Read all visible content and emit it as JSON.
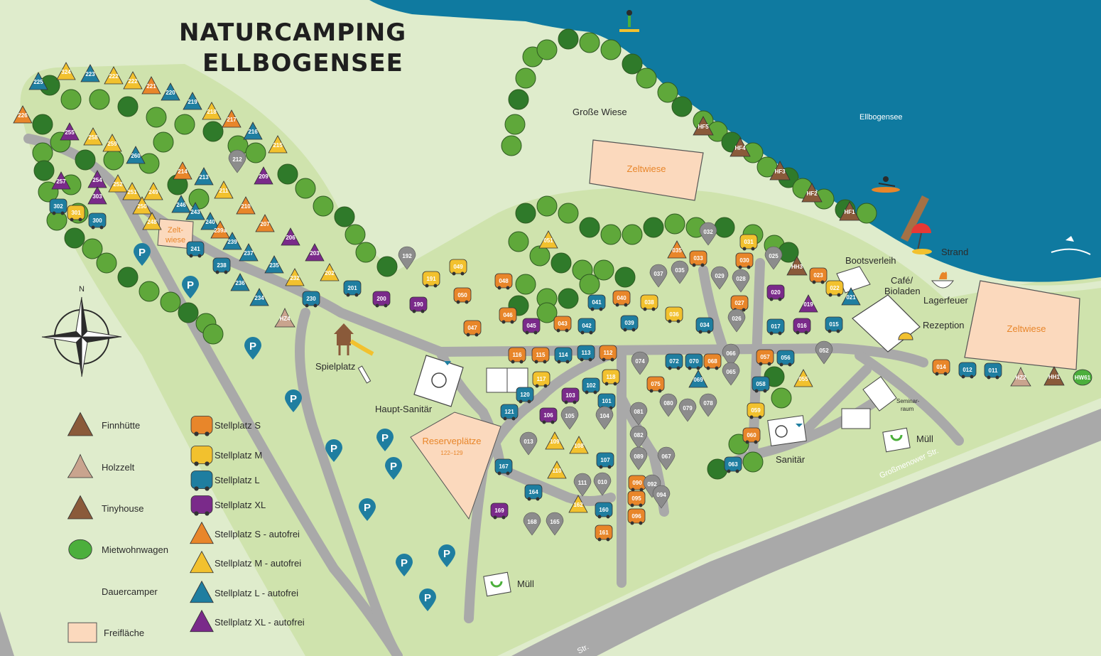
{
  "title": {
    "line1": "NATURCAMPING",
    "line2": "ELLBOGENSEE"
  },
  "colors": {
    "lake": "#0f7aa0",
    "meadow": "#dfeccc",
    "meadow_dark": "#c9e0a6",
    "road": "#a9a9a9",
    "tree": "#5fa83a",
    "tree_dark": "#2f7a2a",
    "s": "#e8862a",
    "m": "#f2c12e",
    "l": "#1f7ea0",
    "xl": "#7a2a8a",
    "dauer": "#8c8c8c",
    "frei": "#fbd9bd",
    "hut": "#8a5a3a",
    "holz": "#c9a48e",
    "wagen": "#4caf3c",
    "parking": "#1f7ea0"
  },
  "labels": {
    "grosse_wiese": "Große Wiese",
    "ellbogensee": "Ellbogensee",
    "zeltwiese_1": "Zeltwiese",
    "zeltwiese_2": "Zeltwiese",
    "zeltwiese_3a": "Zelt-",
    "zeltwiese_3b": "wiese",
    "bootsverleih": "Bootsverleih",
    "cafe_a": "Café/",
    "cafe_b": "Bioladen",
    "strand": "Strand",
    "lagerfeuer": "Lagerfeuer",
    "rezeption": "Rezeption",
    "spielplatz": "Spielplatz",
    "haupt_sanitaer": "Haupt-Sanitär",
    "reserve": "Reserveplätze",
    "reserve_sub": "122–129",
    "sanitaer": "Sanitär",
    "muell_1": "Müll",
    "muell_2": "Müll",
    "seminar_a": "Seminar-",
    "seminar_b": "raum",
    "grossmenower": "Großmenower Str.",
    "str_bottom": "Str.",
    "north": "N"
  },
  "legend": [
    {
      "key": "hut",
      "label": "Finnhütte"
    },
    {
      "key": "holz",
      "label": "Holzzelt"
    },
    {
      "key": "tiny",
      "label": "Tinyhouse"
    },
    {
      "key": "wagen",
      "label": "Mietwohnwagen"
    },
    {
      "key": "dauer",
      "label": "Dauercamper"
    },
    {
      "key": "frei",
      "label": "Freifläche"
    },
    {
      "key": "s",
      "label": "Stellplatz S"
    },
    {
      "key": "m",
      "label": "Stellplatz M"
    },
    {
      "key": "l",
      "label": "Stellplatz L"
    },
    {
      "key": "xl",
      "label": "Stellplatz XL"
    },
    {
      "key": "ts",
      "label": "Stellplatz S - autofrei"
    },
    {
      "key": "tm",
      "label": "Stellplatz M - autofrei"
    },
    {
      "key": "tl",
      "label": "Stellplatz L - autofrei"
    },
    {
      "key": "txl",
      "label": "Stellplatz XL - autofrei"
    }
  ],
  "parking_label": "P",
  "markers": [
    {
      "id": "225",
      "t": "tl"
    },
    {
      "id": "324",
      "t": "tm"
    },
    {
      "id": "223",
      "t": "tl"
    },
    {
      "id": "222a",
      "n": "222",
      "t": "tm"
    },
    {
      "id": "222b",
      "n": "222",
      "t": "tm"
    },
    {
      "id": "221",
      "t": "ts"
    },
    {
      "id": "220",
      "t": "tl"
    },
    {
      "id": "219",
      "t": "tl"
    },
    {
      "id": "218",
      "t": "tm"
    },
    {
      "id": "217",
      "t": "ts"
    },
    {
      "id": "216",
      "t": "tl"
    },
    {
      "id": "215",
      "t": "tm"
    },
    {
      "id": "226",
      "t": "ts"
    },
    {
      "id": "255",
      "t": "txl"
    },
    {
      "id": "258",
      "t": "tm"
    },
    {
      "id": "259",
      "t": "tm"
    },
    {
      "id": "260",
      "t": "tl"
    },
    {
      "id": "212",
      "t": "d"
    },
    {
      "id": "209",
      "t": "txl"
    },
    {
      "id": "214",
      "t": "ts"
    },
    {
      "id": "213",
      "t": "tl"
    },
    {
      "id": "211",
      "t": "tm"
    },
    {
      "id": "257",
      "t": "txl"
    },
    {
      "id": "254",
      "t": "txl"
    },
    {
      "id": "252",
      "t": "tm"
    },
    {
      "id": "251",
      "t": "tm"
    },
    {
      "id": "249",
      "t": "tm"
    },
    {
      "id": "303",
      "t": "txl"
    },
    {
      "id": "250",
      "t": "tm"
    },
    {
      "id": "246",
      "t": "tl"
    },
    {
      "id": "243",
      "t": "tl"
    },
    {
      "id": "210",
      "t": "ts"
    },
    {
      "id": "302",
      "t": "l"
    },
    {
      "id": "301",
      "t": "m"
    },
    {
      "id": "300",
      "t": "l"
    },
    {
      "id": "248",
      "t": "tm"
    },
    {
      "id": "240",
      "t": "tl"
    },
    {
      "id": "239a",
      "t": "ts"
    },
    {
      "id": "239",
      "t": "tl"
    },
    {
      "id": "207",
      "t": "ts"
    },
    {
      "id": "206",
      "t": "txl"
    },
    {
      "id": "241",
      "t": "l"
    },
    {
      "id": "237",
      "t": "tl"
    },
    {
      "id": "203",
      "t": "txl"
    },
    {
      "id": "238",
      "t": "l"
    },
    {
      "id": "235",
      "t": "tl"
    },
    {
      "id": "232",
      "t": "tm"
    },
    {
      "id": "202",
      "t": "tm"
    },
    {
      "id": "236",
      "t": "tl"
    },
    {
      "id": "234",
      "t": "tl"
    },
    {
      "id": "230",
      "t": "l"
    },
    {
      "id": "201",
      "t": "l"
    },
    {
      "id": "200",
      "t": "xl"
    },
    {
      "id": "192",
      "t": "d"
    },
    {
      "id": "191",
      "t": "m"
    },
    {
      "id": "049",
      "t": "m"
    },
    {
      "id": "190",
      "t": "xl"
    },
    {
      "id": "048",
      "t": "s"
    },
    {
      "id": "050",
      "t": "s"
    },
    {
      "id": "051",
      "t": "tm"
    },
    {
      "id": "047",
      "t": "s"
    },
    {
      "id": "046",
      "t": "s"
    },
    {
      "id": "045",
      "t": "xl"
    },
    {
      "id": "043",
      "t": "s"
    },
    {
      "id": "042",
      "t": "l"
    },
    {
      "id": "041",
      "t": "l"
    },
    {
      "id": "040",
      "t": "s"
    },
    {
      "id": "038",
      "t": "m"
    },
    {
      "id": "039",
      "t": "l"
    },
    {
      "id": "036",
      "t": "m"
    },
    {
      "id": "037",
      "t": "d"
    },
    {
      "id": "035a",
      "n": "035",
      "t": "ts"
    },
    {
      "id": "035",
      "t": "d"
    },
    {
      "id": "033",
      "t": "s"
    },
    {
      "id": "032",
      "t": "d"
    },
    {
      "id": "034",
      "t": "l"
    },
    {
      "id": "029",
      "t": "d"
    },
    {
      "id": "028",
      "t": "d"
    },
    {
      "id": "027",
      "t": "s"
    },
    {
      "id": "026",
      "t": "d"
    },
    {
      "id": "031",
      "t": "m"
    },
    {
      "id": "030",
      "t": "s"
    },
    {
      "id": "025",
      "t": "d"
    },
    {
      "id": "020",
      "t": "xl"
    },
    {
      "id": "019",
      "t": "txl"
    },
    {
      "id": "017",
      "t": "l"
    },
    {
      "id": "016",
      "t": "xl"
    },
    {
      "id": "015",
      "t": "l"
    },
    {
      "id": "023",
      "t": "s"
    },
    {
      "id": "022",
      "t": "m"
    },
    {
      "id": "021",
      "t": "tl"
    },
    {
      "id": "HH3",
      "t": "tiny"
    },
    {
      "id": "HF5",
      "t": "hut"
    },
    {
      "id": "HF4",
      "t": "hut"
    },
    {
      "id": "HF3",
      "t": "hut"
    },
    {
      "id": "HF2",
      "t": "hut"
    },
    {
      "id": "HF1",
      "t": "hut"
    },
    {
      "id": "HZ4",
      "t": "holz"
    },
    {
      "id": "116",
      "t": "s"
    },
    {
      "id": "115",
      "t": "s"
    },
    {
      "id": "114",
      "t": "l"
    },
    {
      "id": "113",
      "t": "l"
    },
    {
      "id": "112",
      "t": "s"
    },
    {
      "id": "074",
      "t": "d"
    },
    {
      "id": "072",
      "t": "l"
    },
    {
      "id": "070",
      "t": "l"
    },
    {
      "id": "068",
      "t": "s"
    },
    {
      "id": "066",
      "t": "d"
    },
    {
      "id": "057",
      "t": "s"
    },
    {
      "id": "056",
      "t": "l"
    },
    {
      "id": "052",
      "t": "d"
    },
    {
      "id": "117",
      "t": "m"
    },
    {
      "id": "118",
      "t": "m"
    },
    {
      "id": "102",
      "t": "l"
    },
    {
      "id": "075",
      "t": "s"
    },
    {
      "id": "069",
      "t": "tl"
    },
    {
      "id": "065",
      "t": "d"
    },
    {
      "id": "058",
      "t": "l"
    },
    {
      "id": "055",
      "t": "tm"
    },
    {
      "id": "120",
      "t": "l"
    },
    {
      "id": "103",
      "t": "xl"
    },
    {
      "id": "101",
      "t": "l"
    },
    {
      "id": "121",
      "t": "l"
    },
    {
      "id": "106",
      "t": "xl"
    },
    {
      "id": "105",
      "t": "d"
    },
    {
      "id": "104",
      "t": "d"
    },
    {
      "id": "081",
      "t": "d"
    },
    {
      "id": "080",
      "t": "d"
    },
    {
      "id": "079",
      "t": "d"
    },
    {
      "id": "078",
      "t": "d"
    },
    {
      "id": "059",
      "t": "m"
    },
    {
      "id": "060",
      "t": "s"
    },
    {
      "id": "013",
      "t": "d"
    },
    {
      "id": "109",
      "t": "tm"
    },
    {
      "id": "108",
      "t": "tm"
    },
    {
      "id": "082",
      "t": "d"
    },
    {
      "id": "107",
      "t": "l"
    },
    {
      "id": "089",
      "t": "d"
    },
    {
      "id": "067",
      "t": "d"
    },
    {
      "id": "063",
      "t": "l"
    },
    {
      "id": "167",
      "t": "l"
    },
    {
      "id": "110",
      "t": "tm"
    },
    {
      "id": "111",
      "t": "d"
    },
    {
      "id": "010",
      "t": "d"
    },
    {
      "id": "090",
      "t": "s"
    },
    {
      "id": "092",
      "t": "d"
    },
    {
      "id": "164",
      "t": "l"
    },
    {
      "id": "095",
      "t": "s"
    },
    {
      "id": "094",
      "t": "d"
    },
    {
      "id": "162",
      "t": "tm"
    },
    {
      "id": "169b",
      "n": "160",
      "t": "l"
    },
    {
      "id": "096",
      "t": "s"
    },
    {
      "id": "169",
      "t": "xl"
    },
    {
      "id": "168",
      "t": "d"
    },
    {
      "id": "165",
      "t": "d"
    },
    {
      "id": "161",
      "t": "s"
    },
    {
      "id": "014",
      "t": "s"
    },
    {
      "id": "012",
      "t": "l"
    },
    {
      "id": "011",
      "t": "l"
    },
    {
      "id": "HZ2",
      "t": "holz"
    },
    {
      "id": "HH1",
      "t": "tiny"
    },
    {
      "id": "HW61",
      "t": "wagen"
    }
  ]
}
